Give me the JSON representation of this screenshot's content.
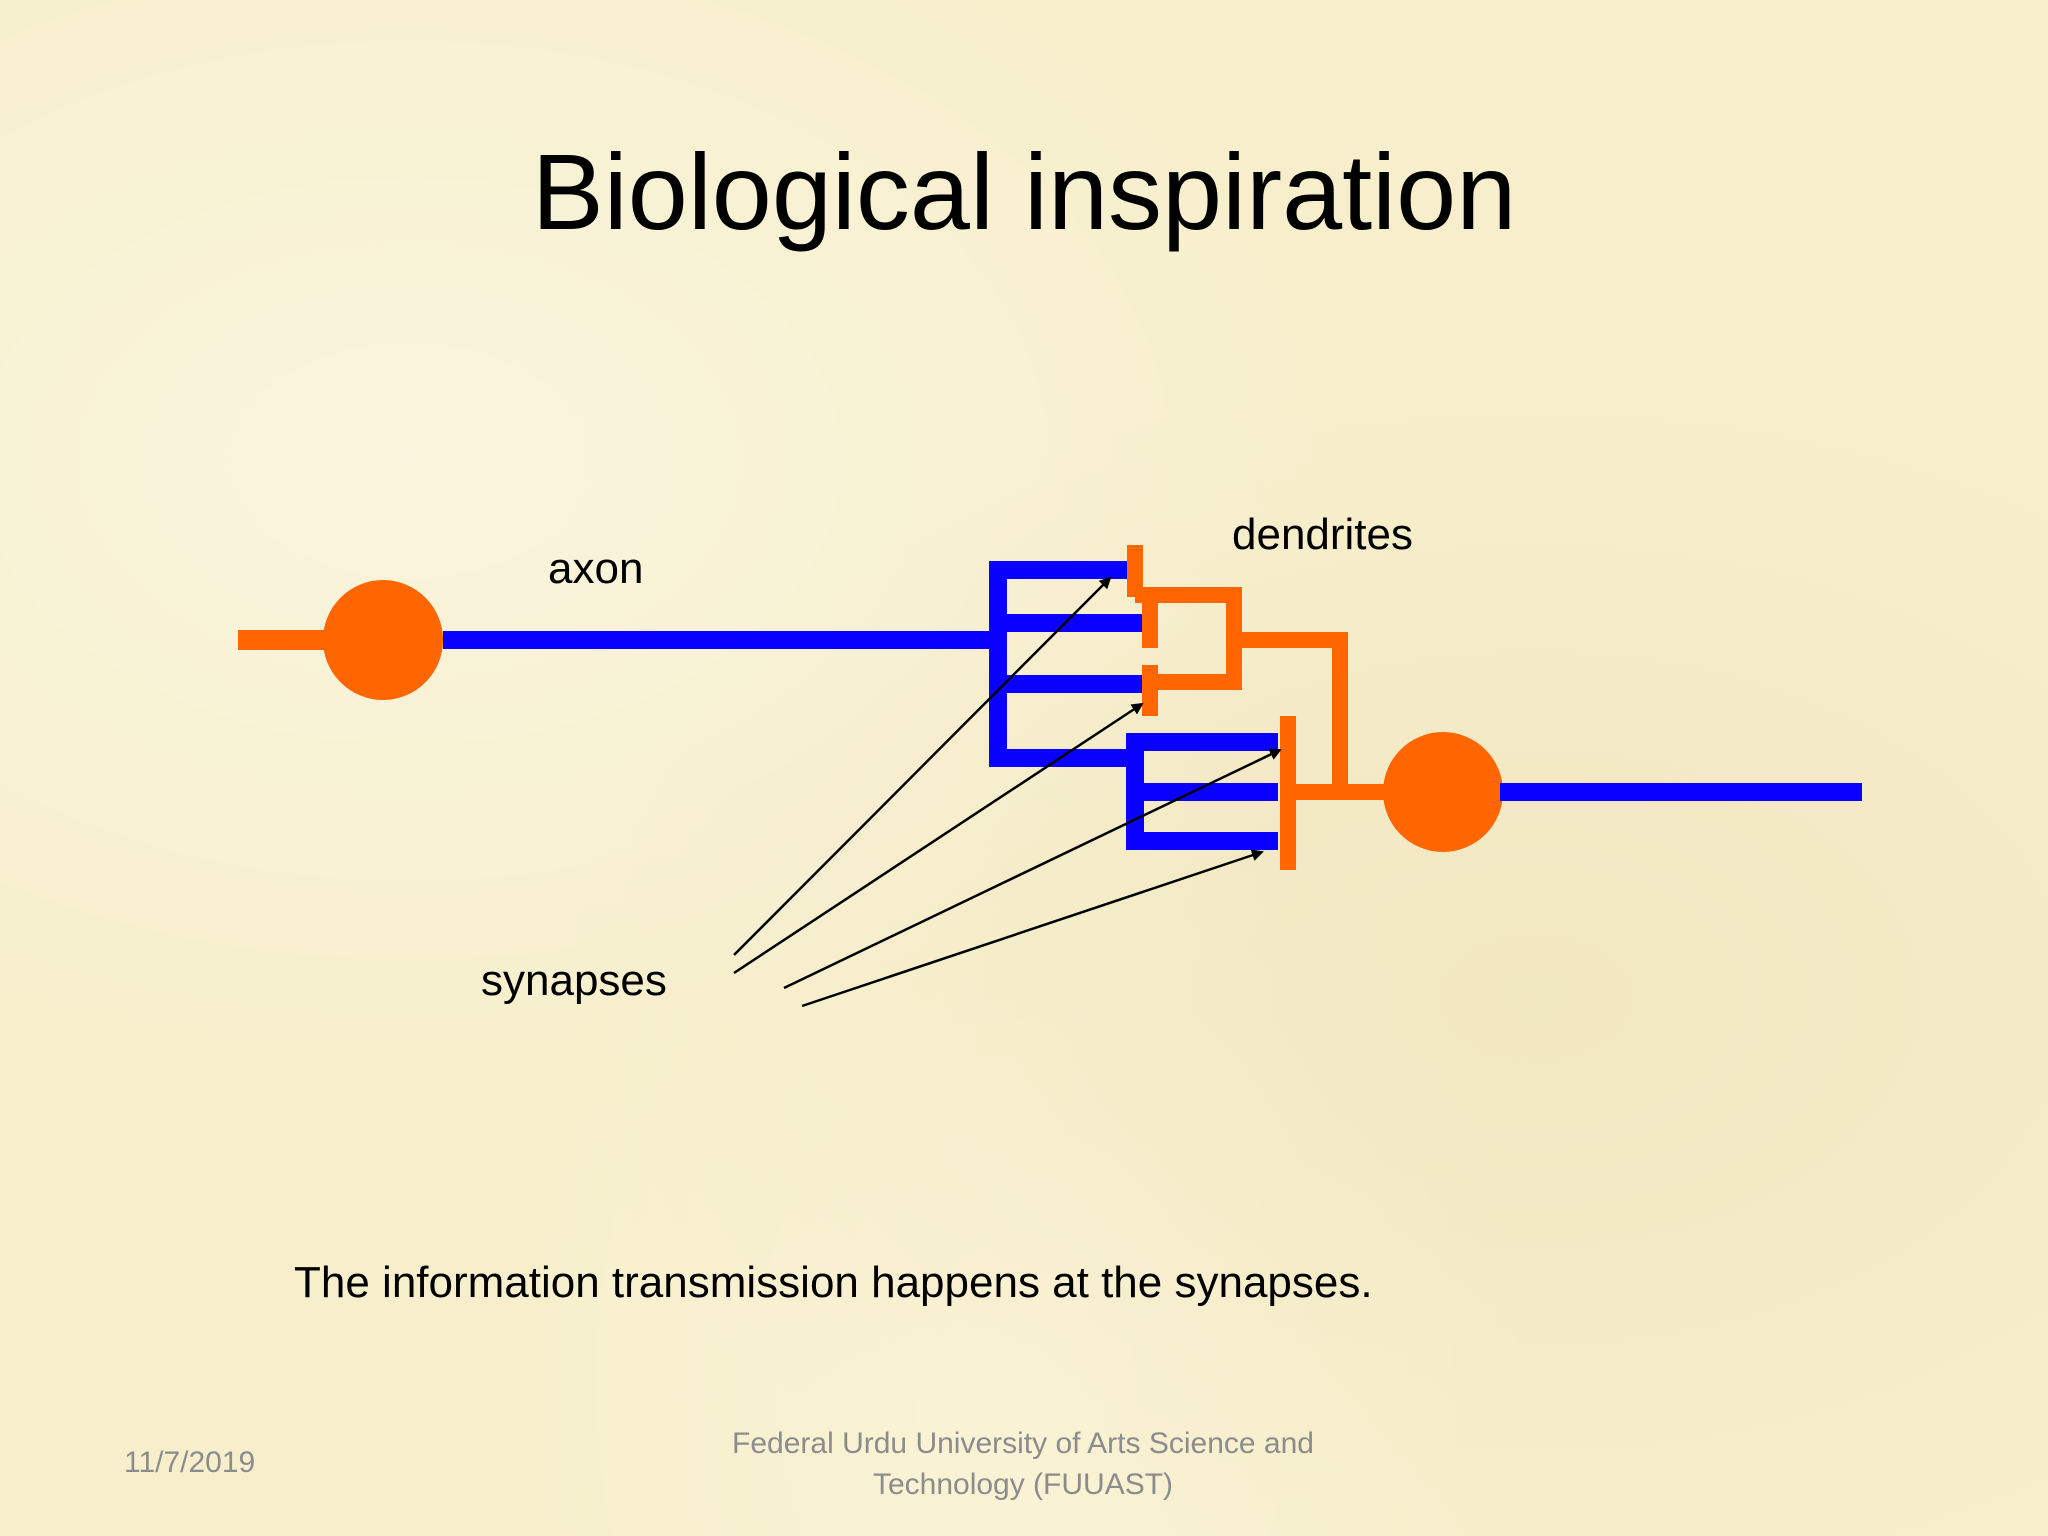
{
  "slide": {
    "title": "Biological inspiration",
    "caption": "The information transmission happens at the synapses."
  },
  "diagram": {
    "labels": {
      "axon": "axon",
      "dendrites": "dendrites",
      "synapses": "synapses"
    },
    "colors": {
      "axon": "#0a00ff",
      "neuron": "#ff6600",
      "arrow": "#000000"
    }
  },
  "footer": {
    "date": "11/7/2019",
    "organization_line1": "Federal Urdu University of Arts Science and",
    "organization_line2": "Technology (FUUAST)"
  }
}
